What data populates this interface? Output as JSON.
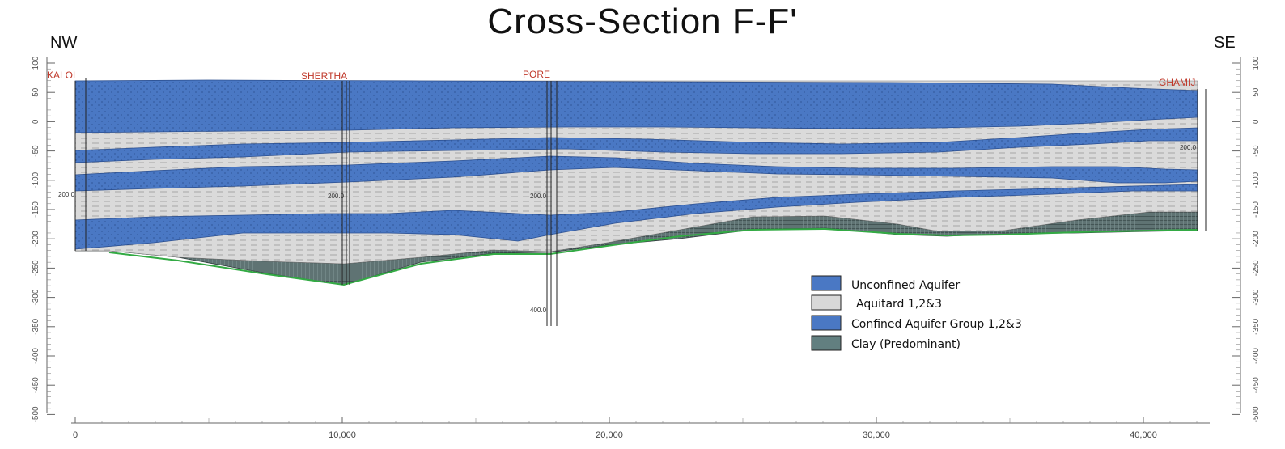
{
  "title": "Cross-Section F-F'",
  "directions": {
    "left": "NW",
    "right": "SE"
  },
  "wells": [
    {
      "name": "KALOL",
      "distance_m": 0
    },
    {
      "name": "SHERTHA",
      "distance_m": 10000
    },
    {
      "name": "PORE",
      "distance_m": 17700
    },
    {
      "name": "GHAMIJ",
      "distance_m": 42000
    }
  ],
  "depth_labels": [
    "200.0",
    "200.0",
    "200.0",
    "400.0",
    "200.0"
  ],
  "y_axis": {
    "ticks": [
      "100",
      "50",
      "0",
      "-50",
      "-100",
      "-150",
      "-200",
      "-250",
      "-300",
      "-350",
      "-400",
      "-450",
      "-500"
    ]
  },
  "x_axis": {
    "ticks": [
      "0",
      "10,000",
      "20,000",
      "30,000",
      "40,000"
    ]
  },
  "legend": [
    {
      "label": "Unconfined Aquifer",
      "color": "#4a78c4"
    },
    {
      "label": "Aquitard 1,2&3",
      "color": "#d8d8d8"
    },
    {
      "label": "Confined Aquifer Group 1,2&3",
      "color": "#4a78c4"
    },
    {
      "label": "Clay (Predominant)",
      "color": "#627f80"
    }
  ],
  "colors": {
    "aquifer": "#4a78c4",
    "aquitard": "#dadada",
    "clay": "#5f7373",
    "base_line": "#33aa44"
  }
}
